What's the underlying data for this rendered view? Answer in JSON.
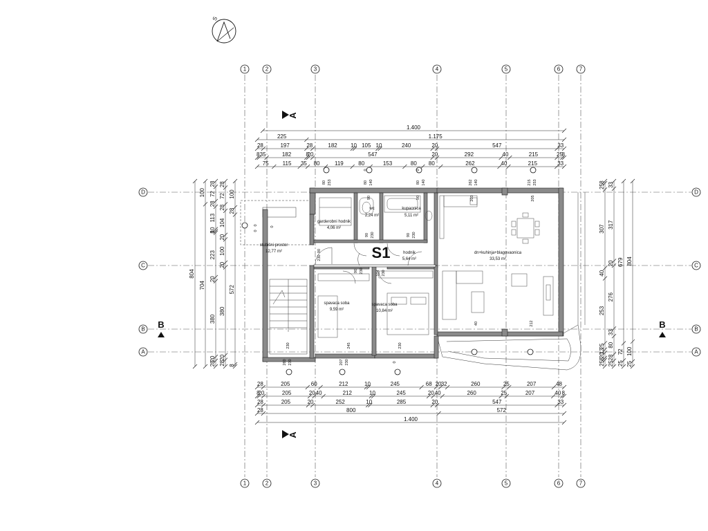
{
  "plan": {
    "label": "S1",
    "compass_letter": "S",
    "axes_numbered": [
      "1",
      "2",
      "3",
      "4",
      "5",
      "6",
      "7"
    ],
    "axes_lettered": [
      "D",
      "C",
      "B",
      "A"
    ],
    "section_a": "A",
    "section_b": "B"
  },
  "rooms": [
    {
      "name": "garderobni hodnik",
      "area": "4,06 m²"
    },
    {
      "name": "wc",
      "area": "2,24 m²"
    },
    {
      "name": "kupaonica",
      "area": "5,11 m²"
    },
    {
      "name": "stubišni prostor",
      "area": "12,77 m²"
    },
    {
      "name": "hodnik",
      "area": "5,64 m²"
    },
    {
      "name": "dn+kuhinja+blagovaonica",
      "area": "33,53 m²"
    },
    {
      "name": "spavaca soba",
      "area": "9,59 m²"
    },
    {
      "name": "spavaca soba",
      "area": "10,84 m²"
    }
  ],
  "dims_top": [
    [
      "1.400"
    ],
    [
      "225",
      "1.175"
    ],
    [
      "28",
      "197",
      "28",
      "182",
      "10",
      "105",
      "10",
      "240",
      "20",
      "547",
      "33"
    ],
    [
      "8",
      "35",
      "182",
      "8",
      "20",
      "547",
      "20",
      "292",
      "40",
      "215",
      "25",
      "8"
    ],
    [
      "75",
      "115",
      "35",
      "80",
      "119",
      "80",
      "153",
      "80",
      "80",
      "262",
      "40",
      "215",
      "33"
    ]
  ],
  "dims_bottom": [
    [
      "28",
      "205",
      "60",
      "212",
      "10",
      "245",
      "68",
      "20",
      "32",
      "260",
      "25",
      "207",
      "48"
    ],
    [
      "8",
      "20",
      "205",
      "20",
      "40",
      "212",
      "10",
      "245",
      "20",
      "40",
      "260",
      "25",
      "207",
      "40",
      "8"
    ],
    [
      "28",
      "205",
      "20",
      "252",
      "10",
      "285",
      "20",
      "547",
      "33"
    ],
    [
      "28",
      "800",
      "572"
    ],
    [
      "1.400"
    ]
  ],
  "dims_left": [
    "100",
    "28",
    "72",
    "28",
    "100",
    "28",
    "72",
    "28",
    "113",
    "104",
    "20",
    "10",
    "8",
    "223",
    "100",
    "804",
    "704",
    "20",
    "572",
    "380",
    "380",
    "20",
    "28",
    "28",
    "8",
    "20",
    "25",
    "17",
    "8"
  ],
  "dims_right": [
    "8",
    "25",
    "33",
    "307",
    "317",
    "40",
    "20",
    "679",
    "804",
    "253",
    "276",
    "25",
    "13",
    "33",
    "20",
    "80",
    "72",
    "100",
    "8",
    "28",
    "25",
    "25",
    "25"
  ],
  "openings": [
    "80",
    "253",
    "80",
    "140",
    "80",
    "140",
    "262",
    "140",
    "215",
    "253",
    "90",
    "90",
    "90",
    "230",
    "90",
    "230",
    "90",
    "230",
    "90",
    "230",
    "104",
    "230",
    "0",
    "0",
    "0",
    "0",
    "0",
    "203",
    "205",
    "40",
    "212",
    "230",
    "245",
    "230",
    "260",
    "230",
    "207",
    "230",
    "0"
  ]
}
